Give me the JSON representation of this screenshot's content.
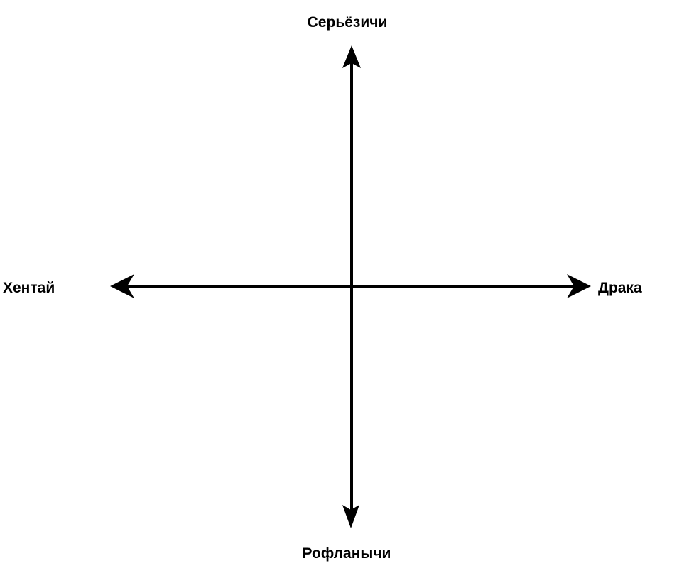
{
  "diagram": {
    "background_color": "#ffffff",
    "axis_color": "#000000",
    "axes": {
      "vertical": {
        "top_label": "Серьёзичи",
        "bottom_label": "Рофланычи"
      },
      "horizontal": {
        "left_label": "Хентай",
        "right_label": "Драка"
      }
    }
  }
}
